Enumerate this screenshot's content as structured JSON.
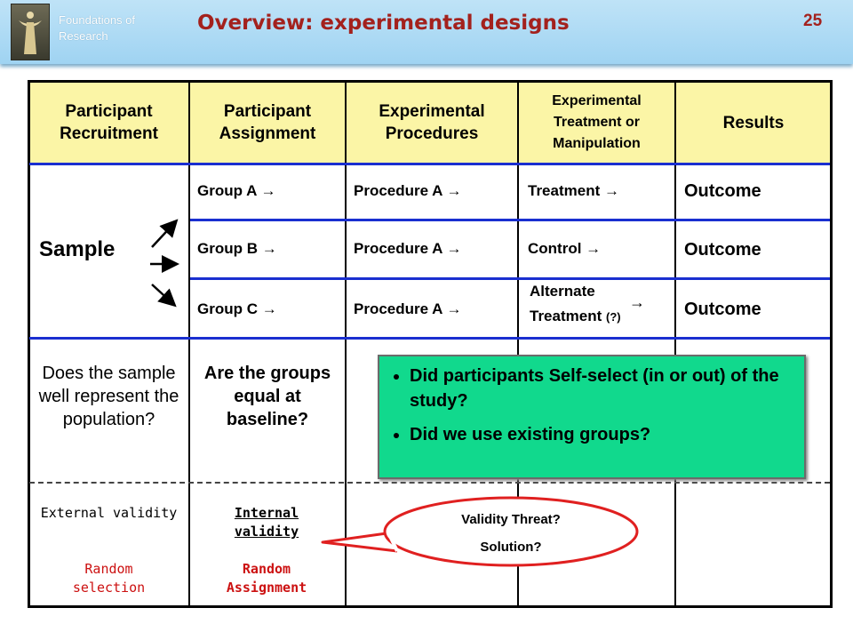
{
  "header": {
    "brand": "Foundations of Research",
    "title": "Overview: experimental designs",
    "page_number": "25"
  },
  "table": {
    "columns": [
      "Participant Recruitment",
      "Participant Assignment",
      "Experimental Procedures",
      "Experimental Treatment or Manipulation",
      "Results"
    ],
    "sample_label": "Sample",
    "rows": [
      {
        "group": "Group A →",
        "procedure": "Procedure A →",
        "treatment": "Treatment →",
        "result": "Outcome"
      },
      {
        "group": "Group B →",
        "procedure": "Procedure A →",
        "treatment": "Control →",
        "result": "Outcome"
      },
      {
        "group": "Group C →",
        "procedure": "Procedure A →",
        "treatment_line1": "Alternate",
        "treatment_line2": "Treatment",
        "treatment_note": "(?)",
        "result": "Outcome"
      }
    ],
    "questions": {
      "recruitment": "Does the sample well represent the population?",
      "assignment": "Are the groups equal at baseline?"
    },
    "validity": {
      "external_label": "External validity",
      "external_solution": "Random selection",
      "internal_label": "Internal validity",
      "internal_solution": "Random Assignment"
    }
  },
  "callout": {
    "bullets": [
      "Did participants Self-select (in or out) of the study?",
      "Did we use existing groups?"
    ]
  },
  "bubble": {
    "line1": "Validity Threat?",
    "line2": "Solution?"
  },
  "colors": {
    "header_bg": "#a8d8f4",
    "title": "#a3211d",
    "header_cells": "#fbf5a6",
    "row_divider": "#1a2fd0",
    "callout_bg": "#11d98d",
    "solution_text": "#cc1111",
    "bubble_border": "#e02020"
  }
}
